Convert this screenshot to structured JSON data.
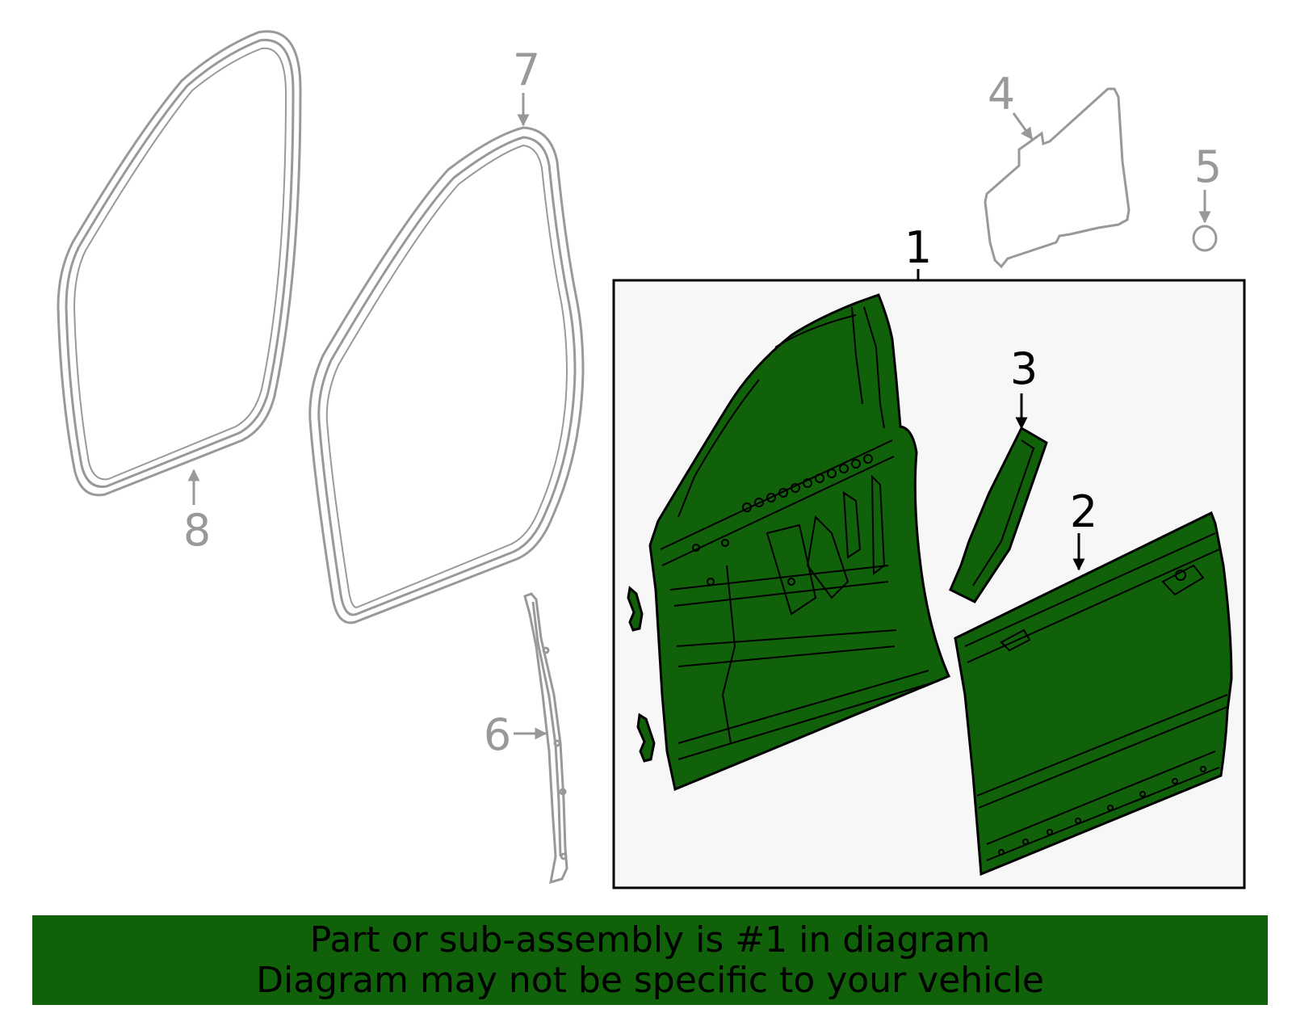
{
  "colors": {
    "highlight_fill": "#11600a",
    "outline": "#000000",
    "gray_part": "#999999",
    "box_background": "#f7f7f7",
    "banner_background": "#11600a"
  },
  "callouts": [
    {
      "label": "1",
      "part": "door-shell",
      "highlighted": true
    },
    {
      "label": "2",
      "part": "outer-panel",
      "highlighted": true
    },
    {
      "label": "3",
      "part": "reinforcement",
      "highlighted": true
    },
    {
      "label": "4",
      "part": "water-deflector",
      "highlighted": false
    },
    {
      "label": "5",
      "part": "plug",
      "highlighted": false
    },
    {
      "label": "6",
      "part": "weatherstrip-pillar",
      "highlighted": false
    },
    {
      "label": "7",
      "part": "door-weatherstrip",
      "highlighted": false
    },
    {
      "label": "8",
      "part": "body-weatherstrip",
      "highlighted": false
    }
  ],
  "banner": {
    "line1": "Part or sub-assembly is #1 in diagram",
    "line2": "Diagram may not be specific to your vehicle"
  }
}
